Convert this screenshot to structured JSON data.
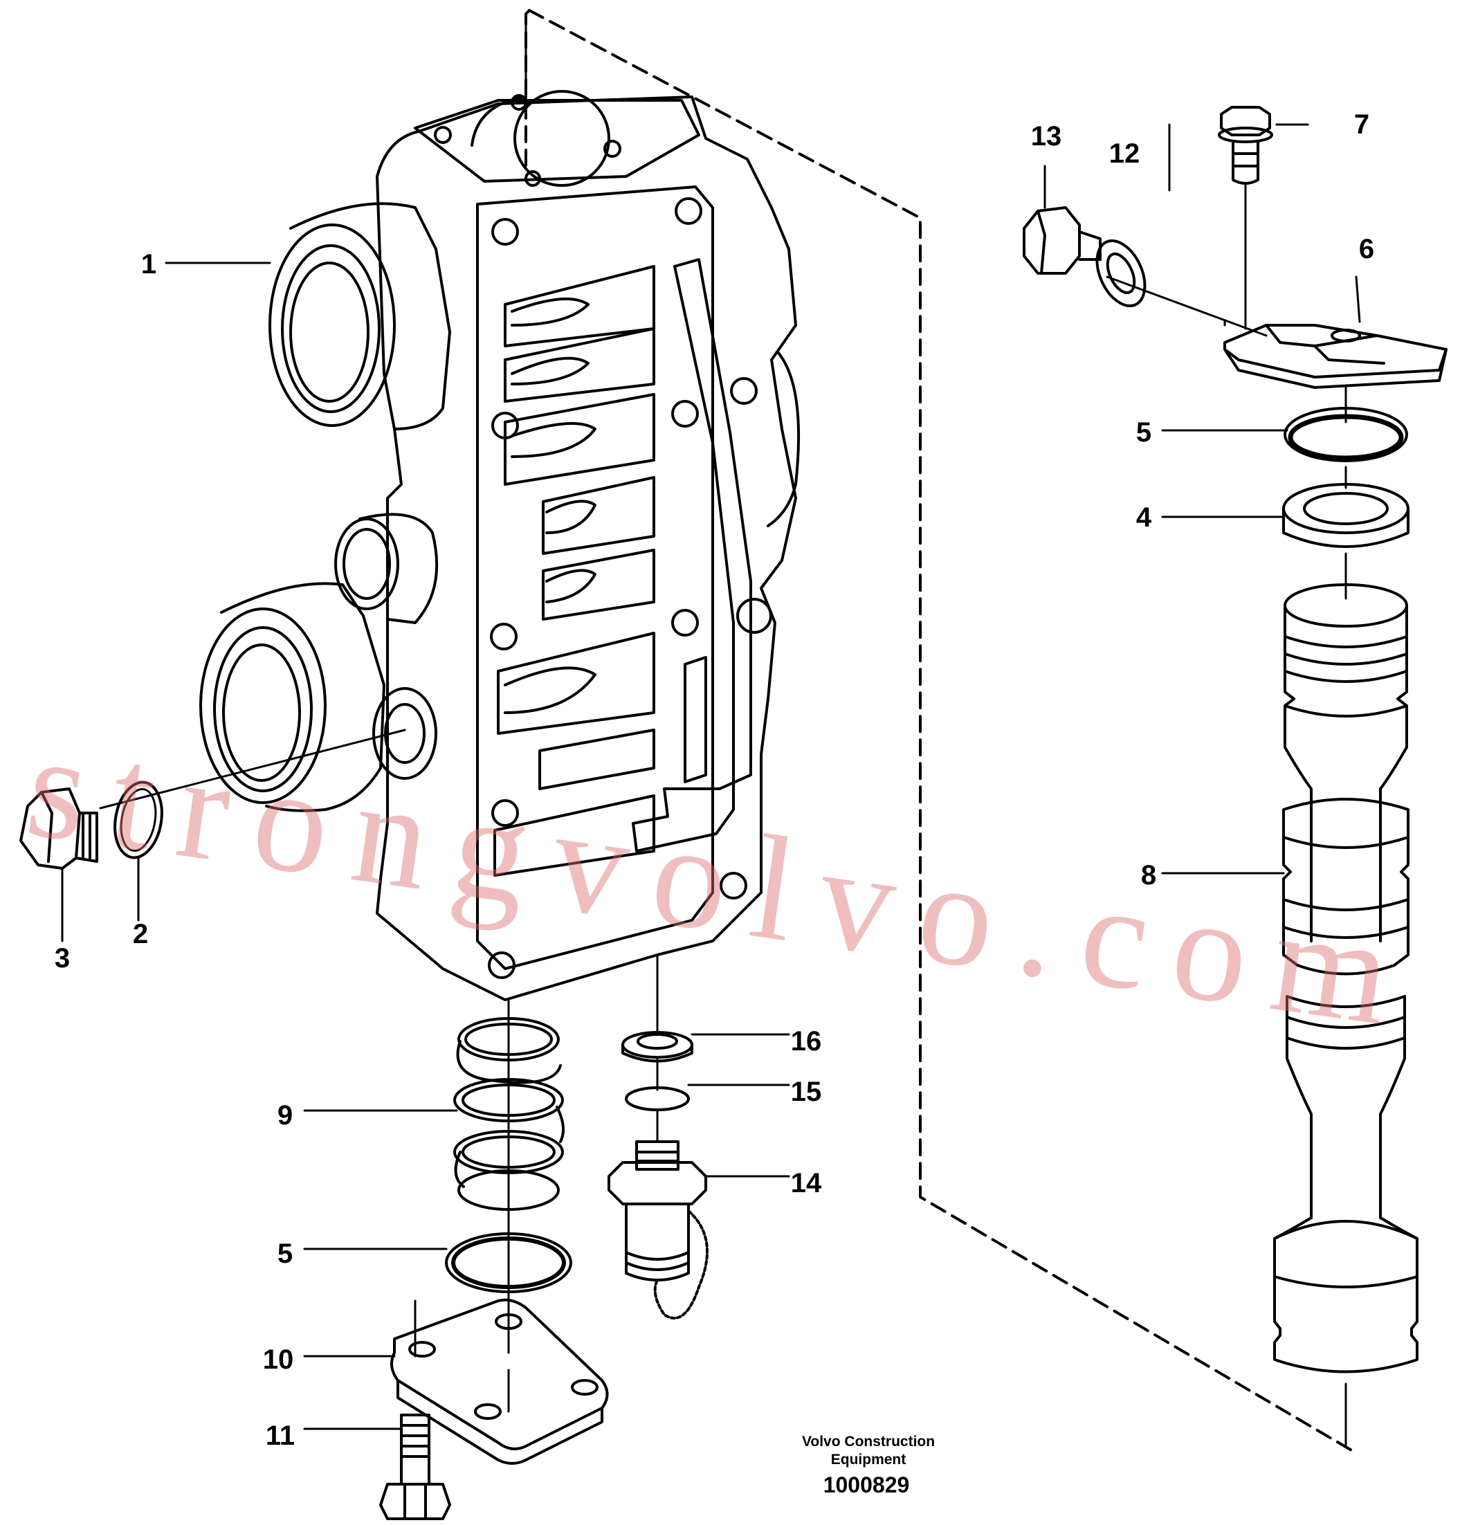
{
  "callouts": [
    {
      "id": "c1",
      "label": "1"
    },
    {
      "id": "c2",
      "label": "2"
    },
    {
      "id": "c3",
      "label": "3"
    },
    {
      "id": "c4",
      "label": "4"
    },
    {
      "id": "c5a",
      "label": "5"
    },
    {
      "id": "c5b",
      "label": "5"
    },
    {
      "id": "c6",
      "label": "6"
    },
    {
      "id": "c7",
      "label": "7"
    },
    {
      "id": "c8",
      "label": "8"
    },
    {
      "id": "c9",
      "label": "9"
    },
    {
      "id": "c10",
      "label": "10"
    },
    {
      "id": "c11",
      "label": "11"
    },
    {
      "id": "c12",
      "label": "12"
    },
    {
      "id": "c13",
      "label": "13"
    },
    {
      "id": "c14",
      "label": "14"
    },
    {
      "id": "c15",
      "label": "15"
    },
    {
      "id": "c16",
      "label": "16"
    }
  ],
  "caption": {
    "line1": "Volvo Construction",
    "line2": "Equipment",
    "drawing_number": "1000829"
  },
  "watermark": "strongvolvo.com",
  "colors": {
    "line": "#000000",
    "watermark": "#dc6e6e",
    "background": "#ffffff"
  }
}
